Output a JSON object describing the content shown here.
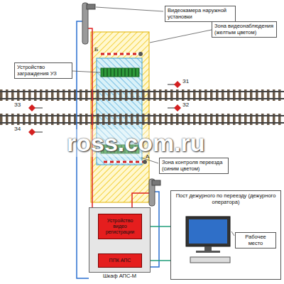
{
  "diagram": {
    "nodes": [
      {
        "text": [
          "Видеокамера наружной установки"
        ]
      },
      {
        "text": [
          "Зона видеонаблюдения (желтым цветом)"
        ]
      },
      {
        "text": [
          "Устройство заграждения УЗ"
        ]
      },
      {
        "text": [
          "Зона контроля переезда (синим цветом)"
        ]
      },
      {
        "text": [
          "Шкаф АПС-М"
        ]
      },
      {
        "text": [
          "Устройство видео регистрации"
        ],
        "in": 4
      },
      {
        "text": [
          "ППК АПС"
        ],
        "in": 4
      },
      {
        "text": [
          "Пост дежурного по переезду (дежурного оператора)"
        ]
      },
      {
        "text": [
          "Рабочее место"
        ],
        "in": 7
      }
    ],
    "edges": [
      {
        "from": 5,
        "to": 7,
        "arrow": "none"
      },
      {
        "from": 6,
        "to": 7,
        "arrow": "none"
      }
    ],
    "labels": [
      "Б",
      "З1",
      "З2",
      "З3",
      "З4",
      "ross.com.ru",
      "А"
    ]
  }
}
